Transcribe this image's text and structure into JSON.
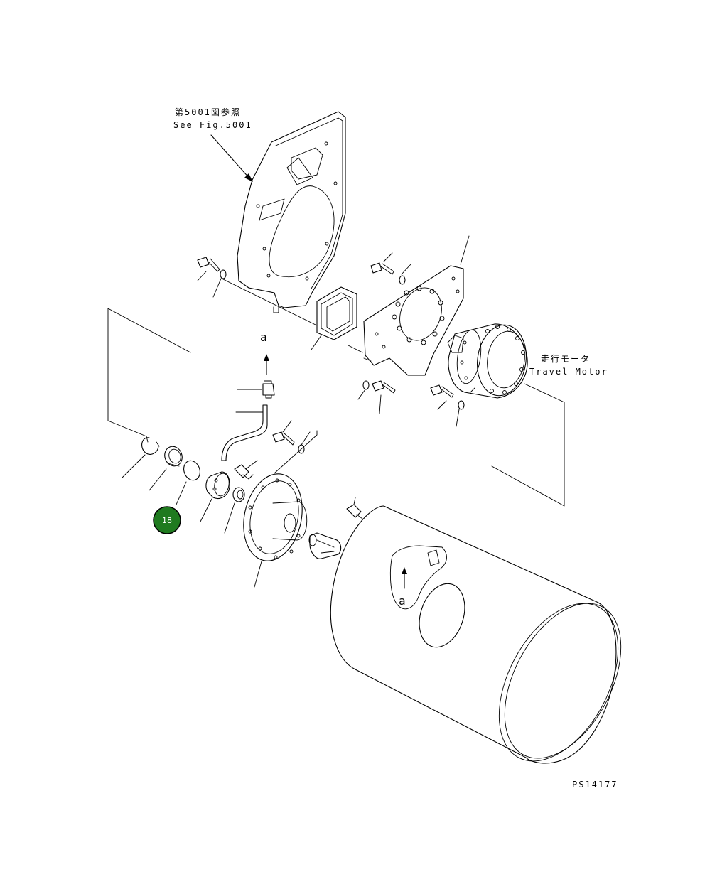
{
  "labels": {
    "see_fig_jp": "第5001図参照",
    "see_fig_en": "See Fig.5001",
    "travel_motor_jp": "走行モータ",
    "travel_motor_en": "Travel Motor",
    "ref_a_top": "a",
    "ref_a_drum": "a",
    "drawing_number": "PS14177"
  },
  "callouts": [
    {
      "number": "18",
      "highlighted": true
    }
  ],
  "colors": {
    "line": "#000000",
    "background": "#ffffff",
    "callout_fill": "#1f7a1f",
    "callout_text": "#ffffff"
  }
}
